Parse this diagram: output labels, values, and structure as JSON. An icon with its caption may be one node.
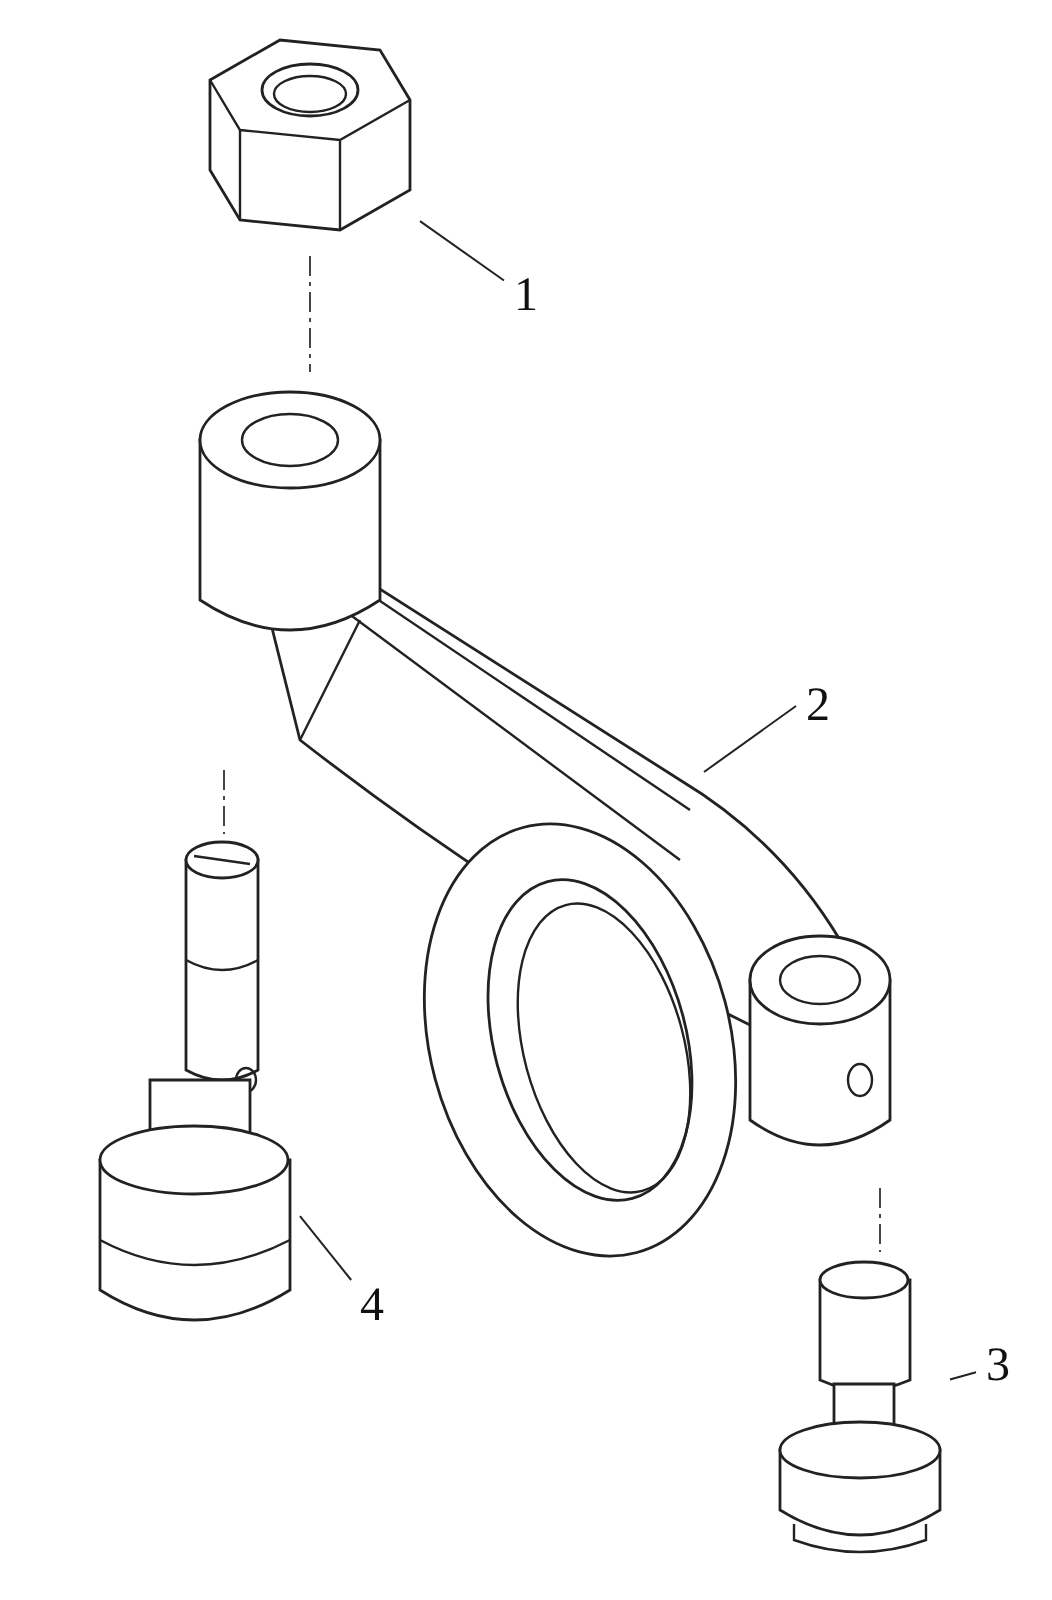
{
  "diagram": {
    "nodes": [
      {
        "text": [],
        "shape": "picture"
      },
      {
        "text": [
          "1"
        ]
      },
      {
        "text": [],
        "shape": "picture"
      },
      {
        "text": [
          "2"
        ]
      },
      {
        "text": [],
        "shape": "picture"
      },
      {
        "text": [],
        "shape": "picture"
      },
      {
        "text": [
          "4"
        ]
      },
      {
        "text": [
          "3"
        ]
      }
    ],
    "edges": [
      {
        "from": 1,
        "to": 0,
        "arrow": "none"
      },
      {
        "from": 3,
        "to": 2,
        "arrow": "none"
      },
      {
        "from": 6,
        "to": 4,
        "arrow": "none"
      },
      {
        "from": 7,
        "to": 5,
        "arrow": "none"
      }
    ]
  }
}
